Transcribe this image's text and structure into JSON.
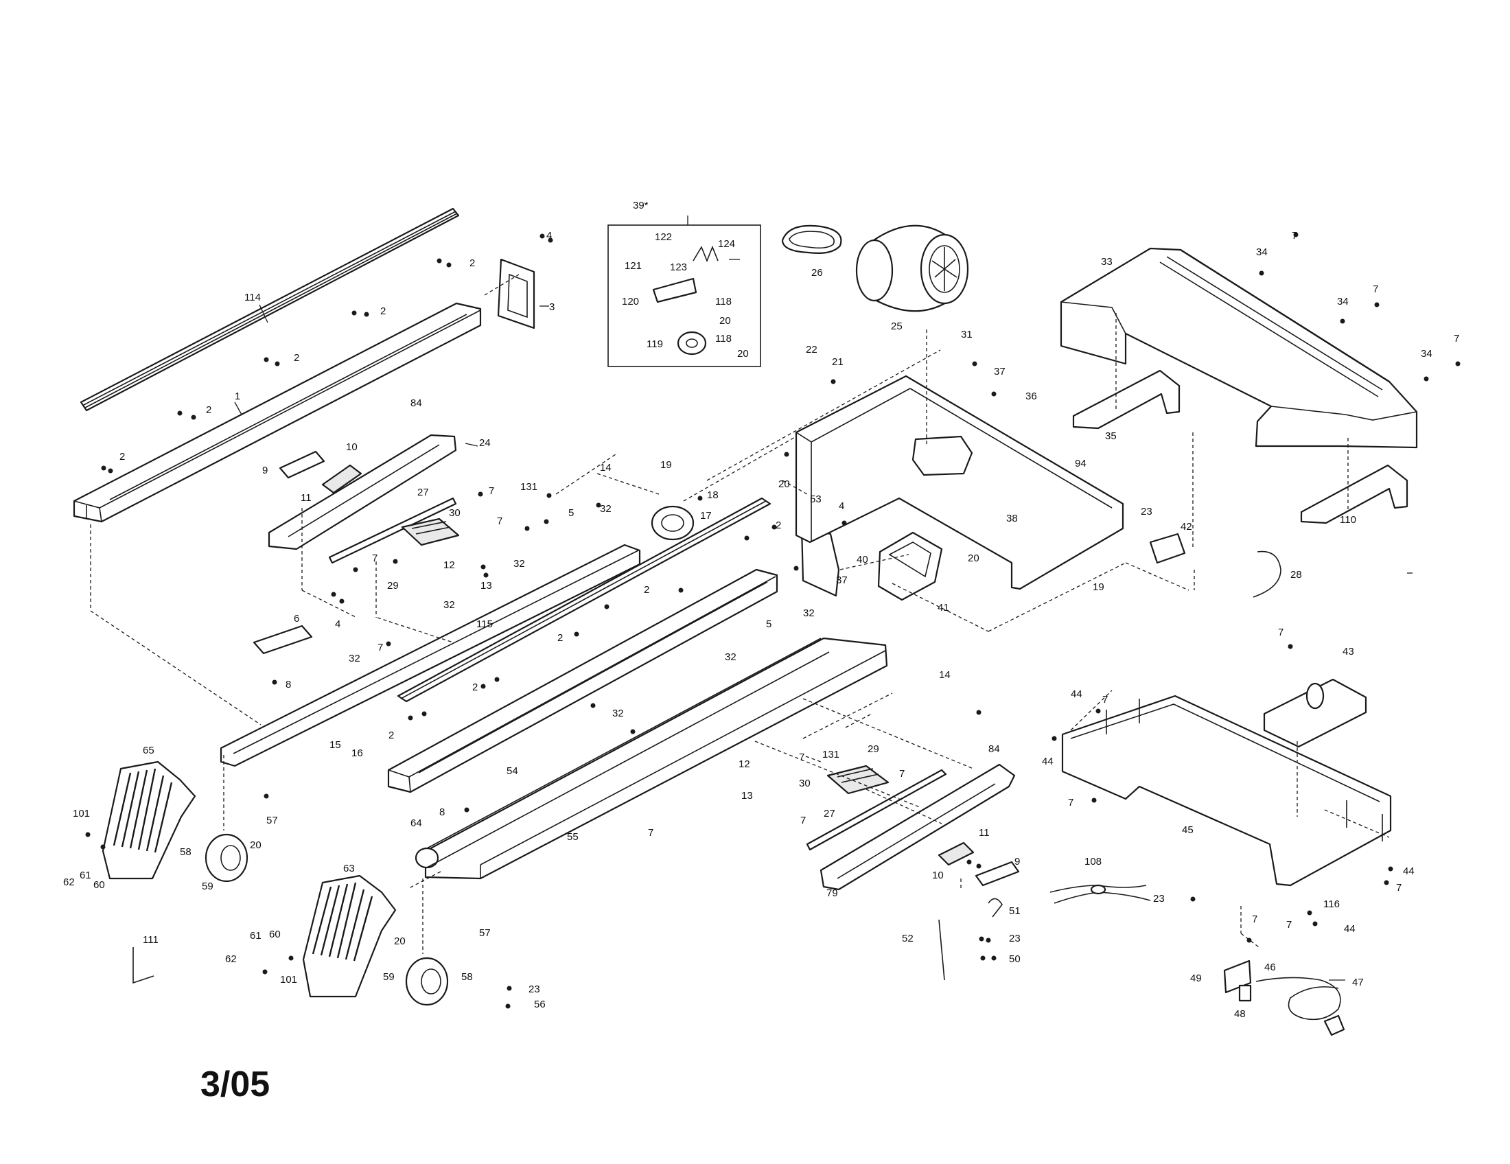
{
  "diagram": {
    "date_code": "3/05",
    "callouts": {
      "c114": "114",
      "c1": "1",
      "c2": "2",
      "c3": "3",
      "c4": "4",
      "c84": "84",
      "c24": "24",
      "c10": "10",
      "c9": "9",
      "c11": "11",
      "c27": "27",
      "c30": "30",
      "c29": "29",
      "c12": "12",
      "c13": "13",
      "c7": "7",
      "c131": "131",
      "c5": "5",
      "c32": "32",
      "c14": "14",
      "c19": "19",
      "c18": "18",
      "c17": "17",
      "c6": "6",
      "c115": "115",
      "c8": "8",
      "c15": "15",
      "c16": "16",
      "c54": "54",
      "c55": "55",
      "c64": "64",
      "c65": "65",
      "c63": "63",
      "c101": "101",
      "c62": "62",
      "c61": "61",
      "c60": "60",
      "c58": "58",
      "c59": "59",
      "c20": "20",
      "c57": "57",
      "c111": "111",
      "c56": "56",
      "c23": "23",
      "c39": "39*",
      "c122": "122",
      "c121": "121",
      "c123": "123",
      "c124": "124",
      "c120": "120",
      "c118": "118",
      "c119": "119",
      "c26": "26",
      "c25": "25",
      "c22": "22",
      "c21": "21",
      "c31": "31",
      "c37": "37",
      "c36": "36",
      "c94": "94",
      "c53": "53",
      "c40": "40",
      "c41": "41",
      "c38": "38",
      "c42": "42",
      "c33": "33",
      "c34": "34",
      "c35": "35",
      "c110": "110",
      "c28": "28",
      "c43": "43",
      "c44": "44",
      "c45": "45",
      "c116": "116",
      "c108": "108",
      "c79": "79",
      "c52": "52",
      "c51": "51",
      "c50": "50",
      "c49": "49",
      "c46": "46",
      "c47": "47",
      "c48": "48"
    }
  }
}
